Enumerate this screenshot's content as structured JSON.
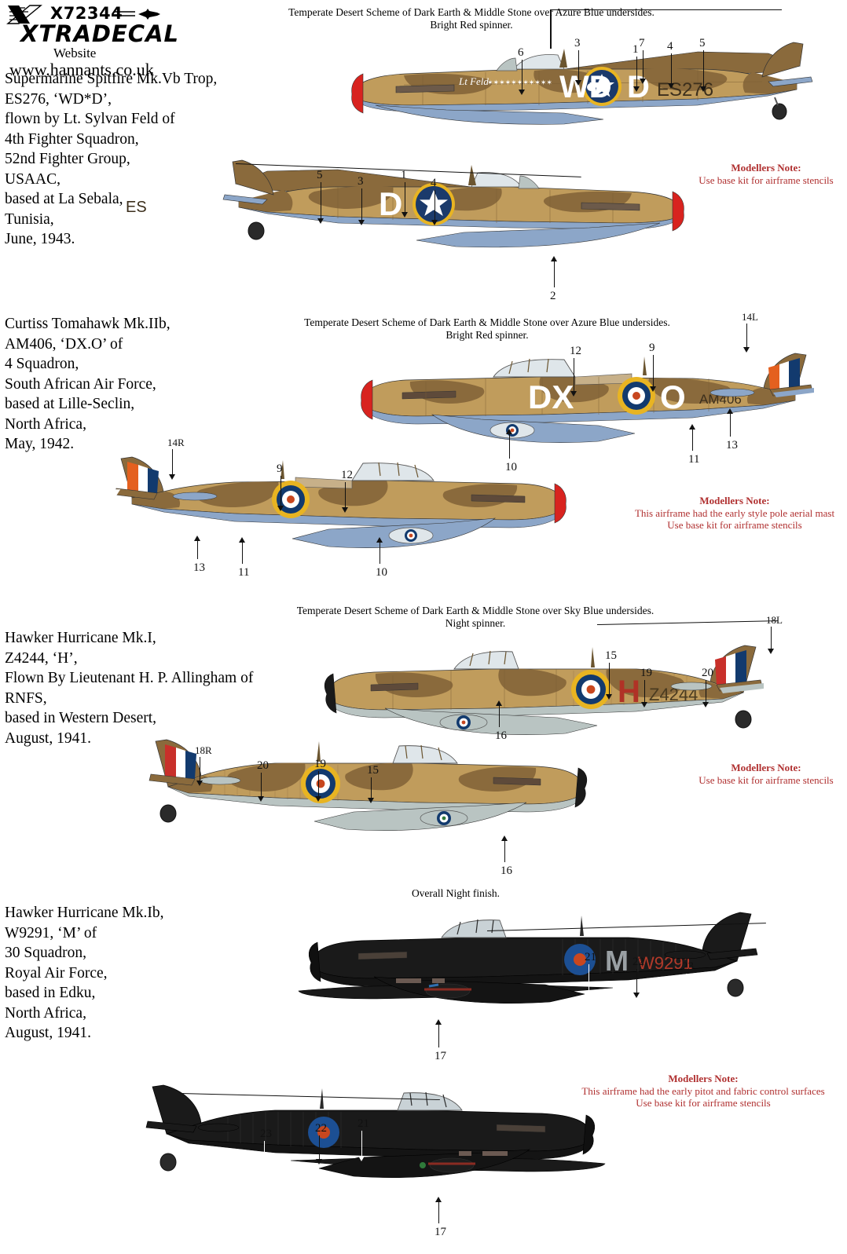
{
  "brand": {
    "code": "X72344",
    "name": "XTRADECAL",
    "website_label": "Website",
    "website_url": "www.hannants.co.uk",
    "logo_icon": "x-logo-icon",
    "jet_icon": "jet-silhouette-icon"
  },
  "colors": {
    "dark_earth": "#8a6a3c",
    "middle_stone": "#c09c5c",
    "azure_blue": "#8ca6c8",
    "sky_blue": "#b9c4c2",
    "night_black": "#1a1a1a",
    "bright_red": "#d8231f",
    "note_red": "#b03030",
    "roundel_blue": "#123a6e",
    "roundel_yellow": "#e8b422",
    "us_star_blue": "#1b3a6b"
  },
  "sections": [
    {
      "id": "spitfire",
      "description": [
        "Supermarine Spitfire Mk.Vb Trop,",
        "ES276, ‘WD*D’,",
        "flown by Lt. Sylvan Feld of",
        "4th Fighter Squadron,",
        "52nd Fighter Group,",
        "USAAC,",
        "based at La Sebala,",
        "Tunisia,",
        "June, 1943."
      ],
      "scheme": [
        "Temperate Desert Scheme of Dark Earth & Middle Stone over Azure Blue undersides.",
        "Bright Red spinner."
      ],
      "modellers_note": {
        "title": "Modellers Note:",
        "lines": [
          "Use base kit for airframe stencils"
        ]
      },
      "markings": {
        "codes_left": "WD",
        "codes_right": "D",
        "serial": "ES276",
        "nose_art": "Lt Feld",
        "kill_marks": "✶✶✶✶✶✶✶✶✶✶✶"
      },
      "callouts_top": [
        "7",
        "6",
        "3",
        "1",
        "4",
        "5"
      ],
      "callouts_bottom": [
        "5",
        "3",
        "1",
        "4",
        "2"
      ]
    },
    {
      "id": "tomahawk",
      "description": [
        "Curtiss Tomahawk Mk.IIb,",
        "AM406, ‘DX.O’ of",
        "4 Squadron,",
        "South African Air Force,",
        "based at Lille-Seclin,",
        "North Africa,",
        "May, 1942."
      ],
      "scheme": [
        "Temperate Desert Scheme of Dark Earth & Middle Stone over Azure Blue undersides.",
        "Bright Red spinner."
      ],
      "modellers_note": {
        "title": "Modellers Note:",
        "lines": [
          "This airframe had the early style pole aerial mast",
          "Use base kit for airframe stencils"
        ]
      },
      "markings": {
        "codes_left": "DX",
        "codes_right": "O",
        "serial": "AM406"
      },
      "callouts_top": [
        "14L",
        "12",
        "9",
        "11",
        "13",
        "10"
      ],
      "callouts_bottom": [
        "14R",
        "9",
        "12",
        "13",
        "11",
        "10"
      ]
    },
    {
      "id": "hurricane1",
      "description": [
        "Hawker Hurricane Mk.I,",
        "Z4244, ‘H’,",
        "Flown By Lieutenant H. P. Allingham of",
        "RNFS,",
        "based in Western Desert,",
        "August, 1941."
      ],
      "scheme": [
        "Temperate Desert Scheme of Dark Earth & Middle Stone over Sky Blue undersides.",
        "Night spinner."
      ],
      "modellers_note": {
        "title": "Modellers Note:",
        "lines": [
          "Use base kit for airframe stencils"
        ]
      },
      "markings": {
        "code": "H",
        "serial": "Z4244"
      },
      "callouts_top": [
        "18L",
        "15",
        "19",
        "20",
        "16"
      ],
      "callouts_bottom": [
        "18R",
        "20",
        "19",
        "15",
        "16"
      ]
    },
    {
      "id": "hurricane2",
      "description": [
        "Hawker Hurricane Mk.Ib,",
        "W9291, ‘M’ of",
        "30 Squadron,",
        "Royal Air Force,",
        "based in Edku,",
        "North Africa,",
        "August, 1941."
      ],
      "scheme": [
        "Overall Night finish."
      ],
      "modellers_note": {
        "title": "Modellers Note:",
        "lines": [
          "This airframe had the early pitot and fabric control surfaces",
          "Use base kit for airframe stencils"
        ]
      },
      "markings": {
        "code": "M",
        "serial": "W9291"
      },
      "callouts_top": [
        "21",
        "22",
        "23",
        "17"
      ],
      "callouts_bottom": [
        "23",
        "22",
        "21",
        "17"
      ]
    }
  ]
}
